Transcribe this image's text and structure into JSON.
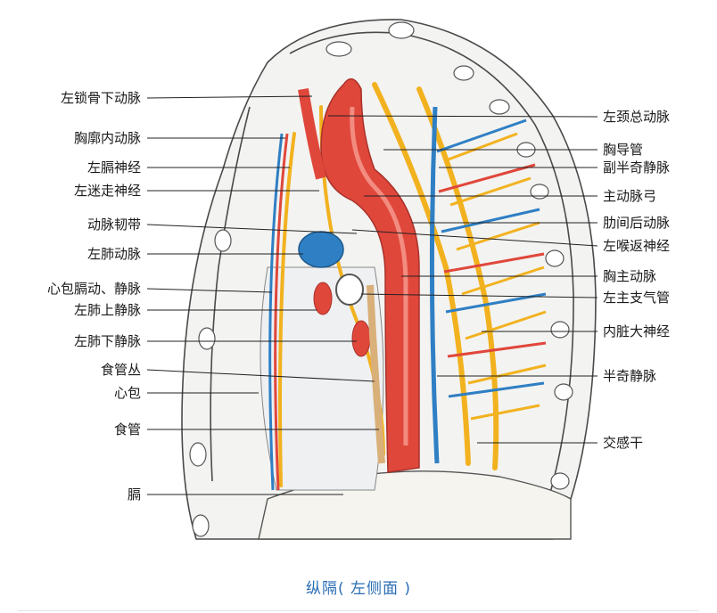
{
  "caption": "纵隔( 左侧面 )",
  "labels_left": [
    "左锁骨下动脉",
    "胸廓内动脉",
    "左膈神经",
    "左迷走神经",
    "动脉韧带",
    "左肺动脉",
    "心包膈动、静脉",
    "左肺上静脉",
    "左肺下静脉",
    "食管丛",
    "心包",
    "食管",
    "膈"
  ],
  "labels_right": [
    "左颈总动脉",
    "胸导管",
    "副半奇静脉",
    "主动脉弓",
    "肋间后动脉",
    "左喉返神经",
    "胸主动脉",
    "左主支气管",
    "内脏大神经",
    "半奇静脉",
    "交感干"
  ],
  "colors": {
    "artery": "#e0473b",
    "vein": "#2f7fc4",
    "nerve": "#f2b21f",
    "caption": "#2a6db5"
  }
}
